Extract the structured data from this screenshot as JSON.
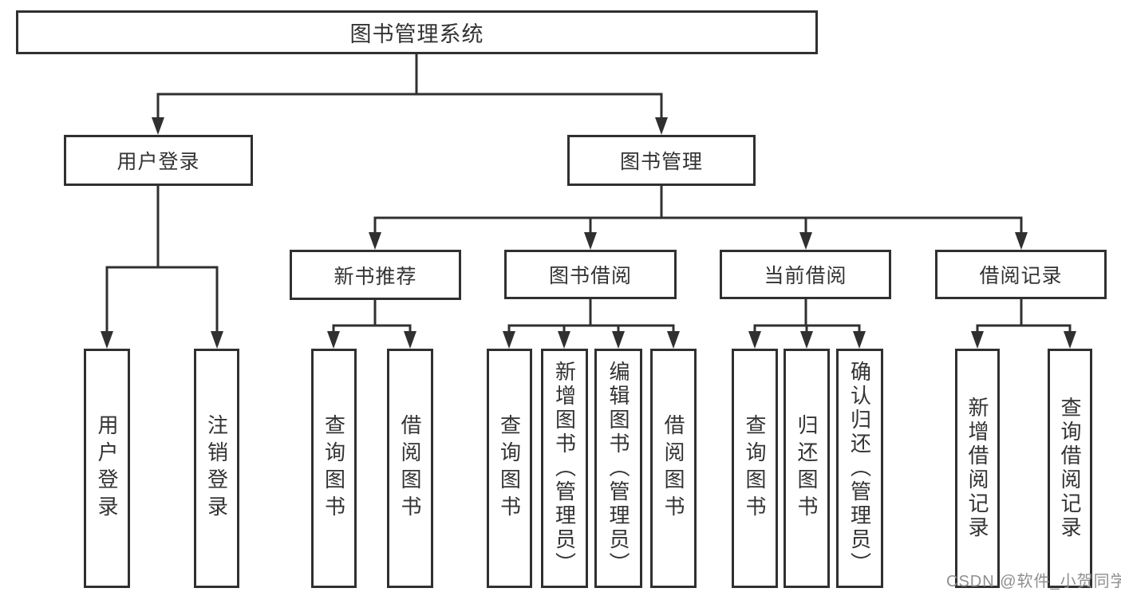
{
  "diagram": {
    "title": "图书管理系统",
    "user_login": {
      "label": "用户登录",
      "children": [
        "用户登录",
        "注销登录"
      ]
    },
    "book_mgmt": {
      "label": "图书管理",
      "groups": [
        {
          "label": "新书推荐",
          "children": [
            "查询图书",
            "借阅图书"
          ]
        },
        {
          "label": "图书借阅",
          "children": [
            "查询图书",
            "新增图书（管理员）",
            "编辑图书（管理员）",
            "借阅图书"
          ]
        },
        {
          "label": "当前借阅",
          "children": [
            "查询图书",
            "归还图书",
            "确认归还（管理员）"
          ]
        },
        {
          "label": "借阅记录",
          "children": [
            "新增借阅记录",
            "查询借阅记录"
          ]
        }
      ]
    }
  },
  "watermark": {
    "text": "CSDN @软件_小贺同学"
  },
  "colors": {
    "line": "#303030",
    "box_border": "#303030",
    "text": "#333333",
    "background": "#ffffff",
    "watermark": "#8f8f8f"
  }
}
